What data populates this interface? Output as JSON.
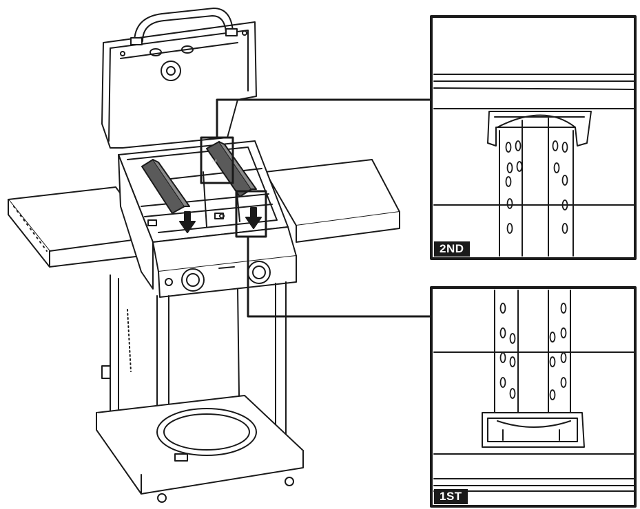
{
  "diagram": {
    "subject": "grill-assembly-flame-tamer-installation",
    "line_color": "#1a1a1a",
    "part_fill": "#5a5a5a",
    "callouts": [
      {
        "id": "second",
        "label": "2ND"
      },
      {
        "id": "first",
        "label": "1ST"
      }
    ],
    "arrows": [
      "down-arrow",
      "down-arrow"
    ]
  }
}
